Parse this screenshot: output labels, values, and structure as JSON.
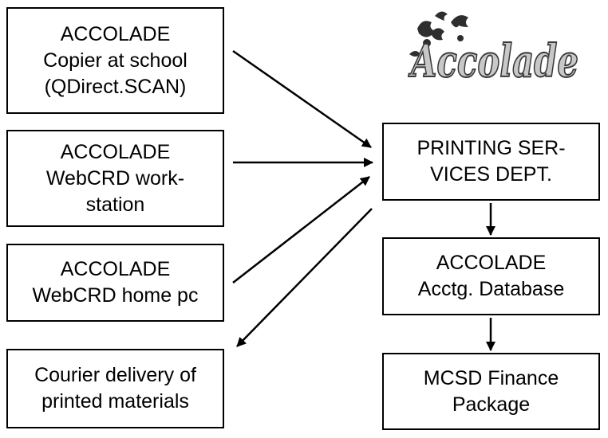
{
  "logo": {
    "text": "Accolade"
  },
  "boxes": {
    "copier": {
      "lines": [
        "ACCOLADE",
        "Copier at school",
        "(QDirect.SCAN)"
      ]
    },
    "webcrd_workstation": {
      "lines": [
        "ACCOLADE",
        "WebCRD work-",
        "station"
      ]
    },
    "webcrd_home": {
      "lines": [
        "ACCOLADE",
        "WebCRD home pc"
      ]
    },
    "courier": {
      "lines": [
        "Courier delivery of",
        "printed materials"
      ]
    },
    "printing_services": {
      "lines": [
        "PRINTING SER-",
        "VICES DEPT."
      ]
    },
    "acctg_database": {
      "lines": [
        "ACCOLADE",
        "Acctg. Database"
      ]
    },
    "finance_package": {
      "lines": [
        "MCSD Finance",
        "Package"
      ]
    }
  },
  "colors": {
    "stroke": "#000000",
    "logo_fill": "#c8c8c8",
    "logo_outline": "#3a3a3a"
  }
}
